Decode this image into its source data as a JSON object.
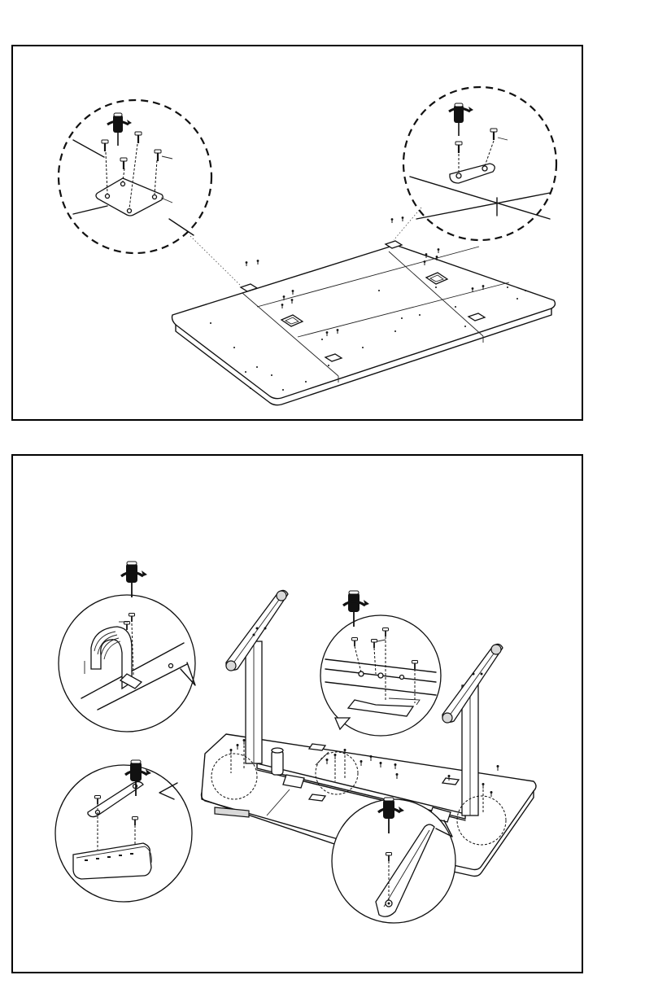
{
  "page": {
    "background": "#ffffff",
    "line_color": "#111111"
  },
  "step_1": {
    "illustration": "desktop-top-hardware-assembly",
    "details": [
      "mounting-plate-screws-detail",
      "connector-plate-screws-detail"
    ]
  },
  "step_2": {
    "illustration": "leg-frame-to-desktop-assembly",
    "details": [
      "cable-tray-screws-detail",
      "crossbar-plate-screws-detail",
      "control-panel-screws-detail",
      "foot-bracket-screws-detail"
    ]
  }
}
